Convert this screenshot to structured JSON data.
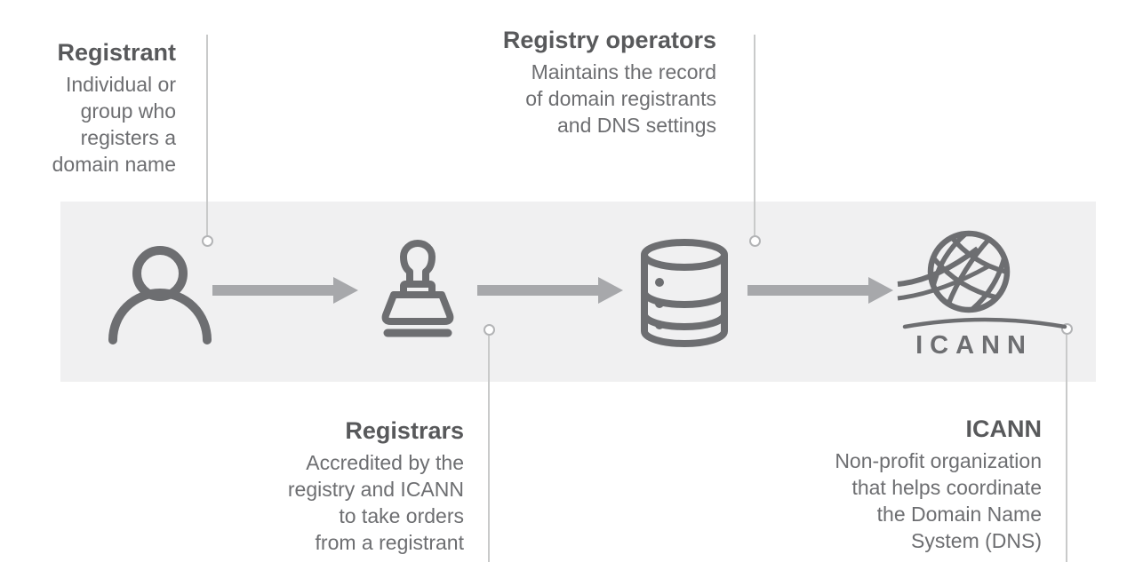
{
  "diagram": {
    "nodes": [
      {
        "heading": "Registrant",
        "lines": [
          "Individual or",
          "group who",
          "registers a",
          "domain name"
        ],
        "icon": "person-icon"
      },
      {
        "heading": "Registrars",
        "lines": [
          "Accredited by the",
          "registry and ICANN",
          "to take orders",
          "from a registrant"
        ],
        "icon": "stamp-icon"
      },
      {
        "heading": "Registry operators",
        "lines": [
          "Maintains the record",
          "of domain registrants",
          "and DNS settings"
        ],
        "icon": "database-icon"
      },
      {
        "heading": "ICANN",
        "lines": [
          "Non-profit organization",
          "that helps coordinate",
          "the Domain Name",
          "System (DNS)"
        ],
        "icon": "icann-logo"
      }
    ],
    "icann_wordmark": "ICANN",
    "colors": {
      "band": "#f0f0f1",
      "icon": "#6d6e71",
      "arrow": "#a7a8ab",
      "connector": "#c9caca",
      "heading_text": "#58595b",
      "body_text": "#6d6e71",
      "background": "#ffffff"
    }
  }
}
